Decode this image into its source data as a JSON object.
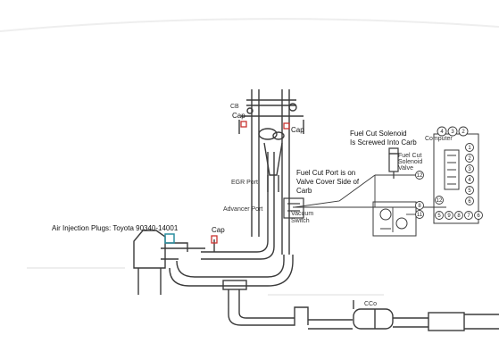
{
  "annotations": {
    "air_injection": "Air Injection Plugs: Toyota 90340-14001",
    "fuel_cut_port_lines": [
      "Fuel Cut Port is on",
      "Valve Cover Side of",
      "Carb"
    ],
    "fuel_cut_solenoid_lines": [
      "Fuel Cut Solenoid",
      "Is Screwed Into Carb"
    ]
  },
  "labels": {
    "cap_top_left": "Cap",
    "cap_top_right": "Cap",
    "cap_lower": "Cap",
    "cb": "CB",
    "egr_port": "EGR Port",
    "advancer_port": "Advancer Port",
    "vacuum_switch_lines": [
      "Vacuum",
      "Switch"
    ],
    "computer": "Computer",
    "fuel_cut_valve_lines": [
      "Fuel Cut",
      "Solenoid",
      "Valve"
    ],
    "cco": "CCo"
  },
  "terminals": {
    "top": [
      "4",
      "3",
      "2"
    ],
    "right_column": [
      "1",
      "2",
      "3",
      "4",
      "5",
      "6"
    ],
    "bottom": [
      "5",
      "9",
      "8",
      "7",
      "6"
    ],
    "wire_12": "12",
    "wire_8": "8",
    "wire_11": "11",
    "bottom_12": "12"
  },
  "colors": {
    "line": "#3a3a3a",
    "cap_red": "#c8322f",
    "plug_teal": "#2c8fa0",
    "paper": "#ffffff"
  }
}
